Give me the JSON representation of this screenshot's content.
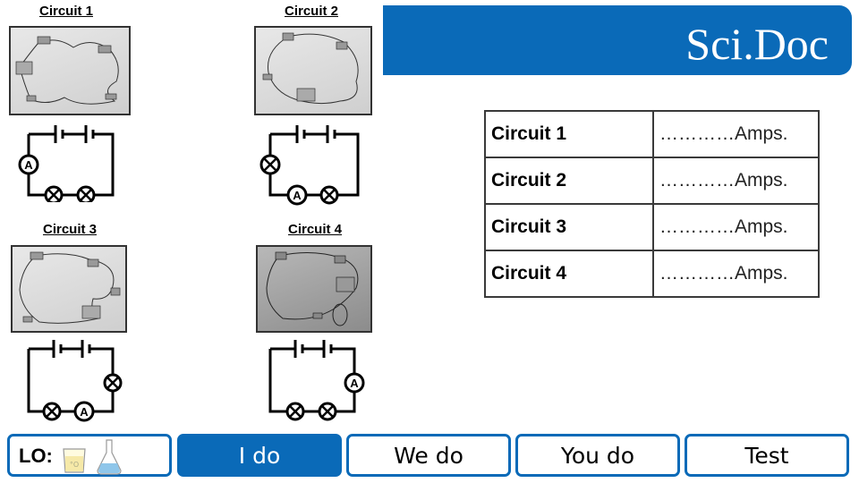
{
  "brand": {
    "title": "Sci.Doc",
    "accent": "#0a6ab8"
  },
  "circuits": [
    {
      "title": "Circuit 1"
    },
    {
      "title": "Circuit 2"
    },
    {
      "title": "Circuit 3"
    },
    {
      "title": "Circuit 4"
    }
  ],
  "results_table": {
    "rows": [
      {
        "label": "Circuit 1",
        "value": "…………Amps."
      },
      {
        "label": "Circuit 2",
        "value": "…………Amps."
      },
      {
        "label": "Circuit 3",
        "value": "…………Amps."
      },
      {
        "label": "Circuit 4",
        "value": "…………Amps."
      }
    ]
  },
  "footer": {
    "lo_label": "LO:",
    "lo_icons": [
      "beaker-icon",
      "flask-icon"
    ],
    "buttons": [
      {
        "label": "I do",
        "active": true
      },
      {
        "label": "We do",
        "active": false
      },
      {
        "label": "You do",
        "active": false
      },
      {
        "label": "Test",
        "active": false
      }
    ]
  }
}
